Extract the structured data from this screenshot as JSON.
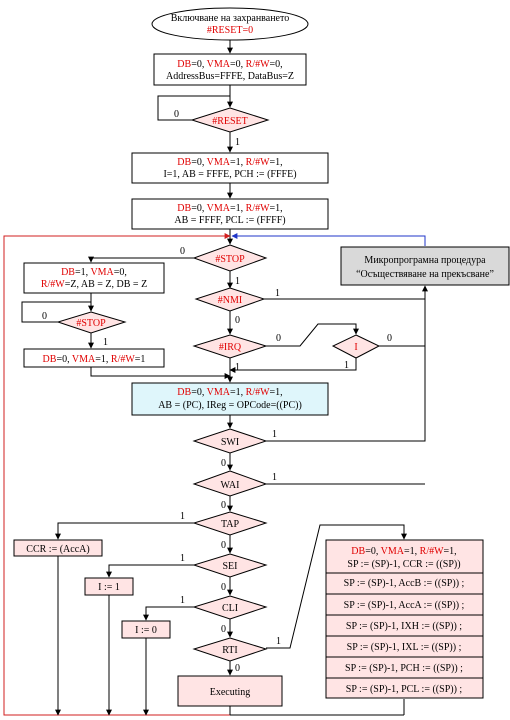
{
  "start": {
    "line1": "Включване на захранването",
    "line2": "#RESET=0"
  },
  "init1": {
    "line1": [
      "DB",
      "=0, ",
      "VMA",
      "=0, ",
      "R/#W",
      "=0,"
    ],
    "line2": "AddressBus=FFFE, DataBus=Z"
  },
  "reset": {
    "label": "#RESET",
    "no": "0",
    "yes": "1"
  },
  "init2": {
    "line1": [
      "DB",
      "=0, ",
      "VMA",
      "=1, ",
      "R/#W",
      "=1,"
    ],
    "line2": "I=1,   AB = FFFE,   PCH := (FFFE)"
  },
  "init3": {
    "line1": [
      "DB",
      "=0, ",
      "VMA",
      "=1, ",
      "R/#W",
      "=1,"
    ],
    "line2": "AB = FFFF,   PCL := (FFFF)"
  },
  "stop_main": {
    "label": "#STOP",
    "no": "0",
    "yes": "1"
  },
  "stop_state": {
    "line1": [
      "DB",
      "=1, ",
      "VMA",
      "=0,"
    ],
    "line2": [
      "R/#W",
      "=Z,  AB = Z,  DB = Z"
    ]
  },
  "stop_loop": {
    "label": "#STOP",
    "no": "0",
    "yes": "1"
  },
  "stop_resume": {
    "line1": [
      "DB",
      "=0, ",
      "VMA",
      "=1, ",
      "R/#W",
      "=1"
    ]
  },
  "nmi": {
    "label": "#NMI",
    "no": "1",
    "yes": "0"
  },
  "irq": {
    "label": "#IRQ",
    "no": "0",
    "yes": "1"
  },
  "ibit": {
    "label": "I",
    "no": "0",
    "yes": "1"
  },
  "interrupt_proc": {
    "line1": "Микропрограмна процедура",
    "line2": "“Осъществяване на прекъсване”"
  },
  "fetch": {
    "line1": [
      "DB",
      "=0, ",
      "VMA",
      "=1, ",
      "R/#W",
      "=1,"
    ],
    "line2": "AB = (PC),   IReg = OPCode=((PC))"
  },
  "swi": {
    "label": "SWI",
    "yes": "1",
    "no": "0"
  },
  "wai": {
    "label": "WAI",
    "yes": "1",
    "no": "0"
  },
  "tap": {
    "label": "TAP",
    "yes": "1",
    "no": "0"
  },
  "ccr_box": {
    "text": "CCR := (AccA)"
  },
  "sei": {
    "label": "SEI",
    "yes": "1",
    "no": "0"
  },
  "i1_box": {
    "text": "I := 1"
  },
  "cli": {
    "label": "CLI",
    "yes": "1",
    "no": "0"
  },
  "i0_box": {
    "text": "I := 0"
  },
  "rti": {
    "label": "RTI",
    "yes": "1",
    "no": "0"
  },
  "executing": {
    "text": "Executing"
  },
  "rti_seq": {
    "head1": [
      "DB",
      "=0, ",
      "VMA",
      "=1, ",
      "R/#W",
      "=1,"
    ],
    "head2": "SP := (SP)-1,   CCR := ((SP))",
    "steps": [
      "SP := (SP)-1,   AccB := ((SP)) ;",
      "SP := (SP)-1,   AccA := ((SP)) ;",
      "SP := (SP)-1,   IXH := ((SP)) ;",
      "SP := (SP)-1,   IXL := ((SP)) ;",
      "SP := (SP)-1,   PCH := ((SP)) ;",
      "SP := (SP)-1,   PCL := ((SP)) ;"
    ]
  }
}
